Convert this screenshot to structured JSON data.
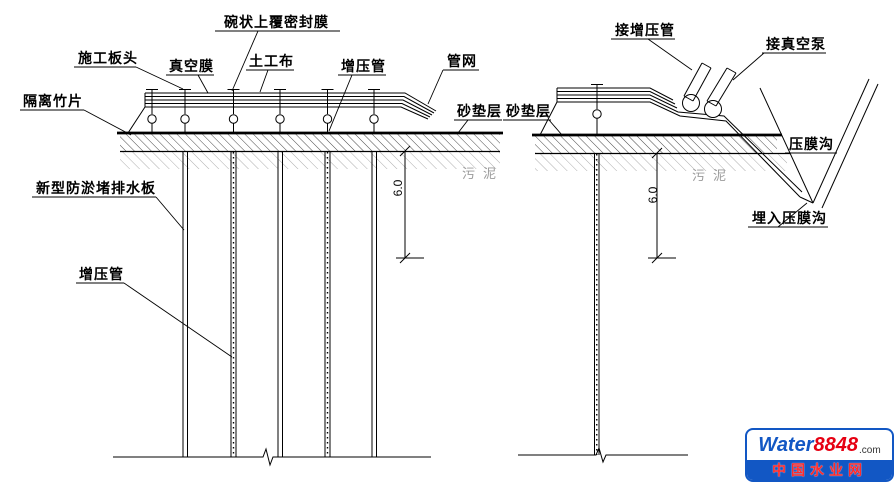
{
  "labels": {
    "bowl_seal_membrane": "碗状上覆密封膜",
    "board_head": "施工板头",
    "vacuum_membrane": "真空膜",
    "geotextile": "土工布",
    "boost_pipe_top": "增压管",
    "pipe_network": "管网",
    "isolation_bamboo": "隔离竹片",
    "sand_cushion_left": "砂垫层",
    "sand_cushion_right": "砂垫层",
    "new_drain_board": "新型防淤堵排水板",
    "boost_pipe_lower": "增压管",
    "connect_boost_pipe": "接增压管",
    "connect_vacuum_pump": "接真空泵",
    "membrane_trench": "压膜沟",
    "buried_membrane_trench": "埋入压膜沟",
    "sludge_left": "污泥",
    "sludge_right": "污泥",
    "dim_left": "6.0",
    "dim_right": "6.0"
  },
  "logo": {
    "word": "Water",
    "number": "8848",
    "domain": ".com",
    "subtitle": "中国水业网",
    "brand_blue": "#1257c4",
    "brand_red": "#e60012"
  }
}
